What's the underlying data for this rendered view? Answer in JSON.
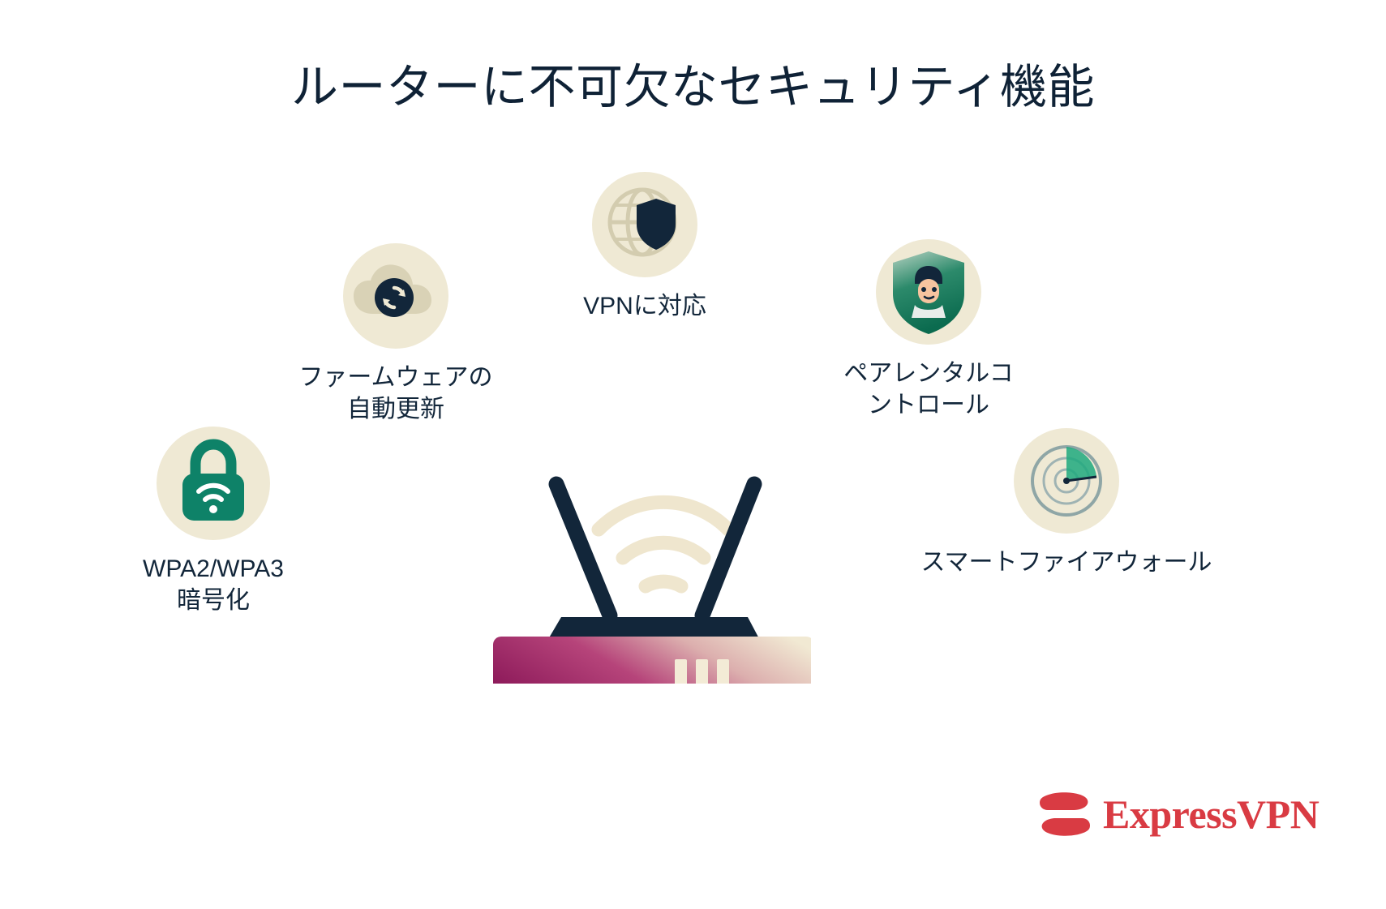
{
  "page": {
    "title": "ルーターに不可欠なセキュリティ機能",
    "background_color": "#FFFFFF",
    "text_color": "#12263A",
    "icon_circle_color": "#EFE9D4"
  },
  "features": [
    {
      "id": "firmware",
      "icon": "cloud-refresh-icon",
      "label": "ファームウェアの\n自動更新",
      "icon_colors": {
        "cloud": "#D9D2B6",
        "arrows": "#12263A"
      }
    },
    {
      "id": "vpn",
      "icon": "globe-shield-icon",
      "label": "VPNに対応",
      "icon_colors": {
        "globe": "#D9D2B6",
        "shield": "#12263A"
      }
    },
    {
      "id": "parental",
      "icon": "shield-child-icon",
      "label": "ペアレンタルコ\nントロール",
      "icon_colors": {
        "shield": "#0E7C5F",
        "face": "#F6C9A8",
        "hair": "#12263A"
      }
    },
    {
      "id": "wpa",
      "icon": "padlock-wifi-icon",
      "label": "WPA2/WPA3\n暗号化",
      "icon_colors": {
        "lock": "#0E8268",
        "wifi": "#FFFFFF"
      }
    },
    {
      "id": "firewall",
      "icon": "radar-icon",
      "label": "スマートファイアウォール",
      "icon_colors": {
        "radar": "#8FA6A6",
        "sweep": "#1FA97E"
      }
    }
  ],
  "illustration": {
    "name": "wifi-router",
    "wifi_arc_color": "#EFE6CE",
    "antenna_color": "#12263A",
    "top_color": "#12263A",
    "body_gradient_from": "#8E1B5B",
    "body_gradient_to": "#F1E9D3",
    "led_color": "#F3EBD6"
  },
  "logo": {
    "name": "ExpressVPN",
    "text": "ExpressVPN",
    "color": "#D93B43"
  }
}
